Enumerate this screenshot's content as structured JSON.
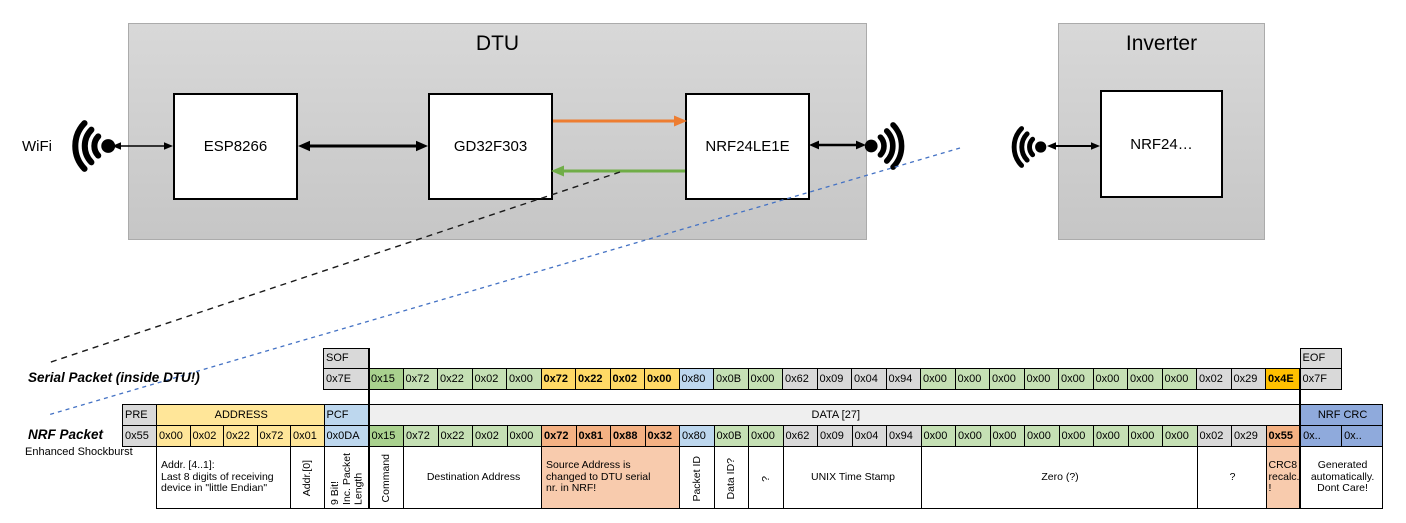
{
  "diagram": {
    "wifi_label": "WiFi",
    "dtu": {
      "title": "DTU",
      "components": [
        "ESP8266",
        "GD32F303",
        "NRF24LE1E"
      ]
    },
    "inverter": {
      "title": "Inverter",
      "component": "NRF24…"
    },
    "colors": {
      "serial_tx_arrow": "#ED7D31",
      "serial_rx_arrow": "#70AD47",
      "rf_link_dash": "#4472C4",
      "cell_gray": "#D9D9D9",
      "cell_yellow": "#FFE699",
      "cell_blue": "#BDD7EE",
      "cell_green": "#A9D18E",
      "cell_light_green": "#C5E0B4",
      "cell_gold": "#FFD966",
      "cell_amber": "#FFC000",
      "cell_salmon": "#F4B183",
      "cell_light_salmon": "#F8CBAD",
      "cell_crc_blue": "#8FAADC"
    }
  },
  "serial_packet": {
    "label": "Serial Packet (inside DTU!)",
    "sof": {
      "header": "SOF",
      "value": "0x7E"
    },
    "eof": {
      "header": "EOF",
      "value": "0x7F"
    },
    "bytes": [
      {
        "v": "0x15",
        "c": "green"
      },
      {
        "v": "0x72",
        "c": "lgreen"
      },
      {
        "v": "0x22",
        "c": "lgreen"
      },
      {
        "v": "0x02",
        "c": "lgreen"
      },
      {
        "v": "0x00",
        "c": "lgreen"
      },
      {
        "v": "0x72",
        "c": "gold"
      },
      {
        "v": "0x22",
        "c": "gold"
      },
      {
        "v": "0x02",
        "c": "gold"
      },
      {
        "v": "0x00",
        "c": "gold"
      },
      {
        "v": "0x80",
        "c": "blue"
      },
      {
        "v": "0x0B",
        "c": "lgreen"
      },
      {
        "v": "0x00",
        "c": "lgreen"
      },
      {
        "v": "0x62",
        "c": "gray"
      },
      {
        "v": "0x09",
        "c": "gray"
      },
      {
        "v": "0x04",
        "c": "gray"
      },
      {
        "v": "0x94",
        "c": "gray"
      },
      {
        "v": "0x00",
        "c": "lgreen"
      },
      {
        "v": "0x00",
        "c": "lgreen"
      },
      {
        "v": "0x00",
        "c": "lgreen"
      },
      {
        "v": "0x00",
        "c": "lgreen"
      },
      {
        "v": "0x00",
        "c": "lgreen"
      },
      {
        "v": "0x00",
        "c": "lgreen"
      },
      {
        "v": "0x00",
        "c": "lgreen"
      },
      {
        "v": "0x00",
        "c": "lgreen"
      },
      {
        "v": "0x02",
        "c": "gray"
      },
      {
        "v": "0x29",
        "c": "gray"
      },
      {
        "v": "0x4E",
        "c": "amber"
      }
    ]
  },
  "nrf_packet": {
    "label": "NRF Packet",
    "sublabel": "Enhanced Shockburst",
    "headers": [
      {
        "t": "PRE",
        "span": 1,
        "c": "gray"
      },
      {
        "t": "ADDRESS",
        "span": 5,
        "c": "yellow"
      },
      {
        "t": "PCF",
        "span": 1,
        "c": "blue"
      },
      {
        "t": "DATA [27]",
        "span": 27,
        "c": "data"
      },
      {
        "t": "NRF CRC",
        "span": 2,
        "c": "crc"
      }
    ],
    "bytes": [
      {
        "v": "0x55",
        "c": "gray"
      },
      {
        "v": "0x00",
        "c": "yellow"
      },
      {
        "v": "0x02",
        "c": "yellow"
      },
      {
        "v": "0x22",
        "c": "yellow"
      },
      {
        "v": "0x72",
        "c": "yellow"
      },
      {
        "v": "0x01",
        "c": "yellow"
      },
      {
        "v": "0x0DA",
        "c": "blue"
      },
      {
        "v": "0x15",
        "c": "green"
      },
      {
        "v": "0x72",
        "c": "lgreen"
      },
      {
        "v": "0x22",
        "c": "lgreen"
      },
      {
        "v": "0x02",
        "c": "lgreen"
      },
      {
        "v": "0x00",
        "c": "lgreen"
      },
      {
        "v": "0x72",
        "c": "salmon"
      },
      {
        "v": "0x81",
        "c": "salmon"
      },
      {
        "v": "0x88",
        "c": "salmon"
      },
      {
        "v": "0x32",
        "c": "salmon"
      },
      {
        "v": "0x80",
        "c": "blue"
      },
      {
        "v": "0x0B",
        "c": "lgreen"
      },
      {
        "v": "0x00",
        "c": "lgreen"
      },
      {
        "v": "0x62",
        "c": "gray"
      },
      {
        "v": "0x09",
        "c": "gray"
      },
      {
        "v": "0x04",
        "c": "gray"
      },
      {
        "v": "0x94",
        "c": "gray"
      },
      {
        "v": "0x00",
        "c": "lgreen"
      },
      {
        "v": "0x00",
        "c": "lgreen"
      },
      {
        "v": "0x00",
        "c": "lgreen"
      },
      {
        "v": "0x00",
        "c": "lgreen"
      },
      {
        "v": "0x00",
        "c": "lgreen"
      },
      {
        "v": "0x00",
        "c": "lgreen"
      },
      {
        "v": "0x00",
        "c": "lgreen"
      },
      {
        "v": "0x00",
        "c": "lgreen"
      },
      {
        "v": "0x02",
        "c": "gray"
      },
      {
        "v": "0x29",
        "c": "gray"
      },
      {
        "v": "0x55",
        "c": "salmon"
      },
      {
        "v": "0x..",
        "c": "crc"
      },
      {
        "v": "0x..",
        "c": "crc"
      }
    ],
    "annotations": [
      {
        "t": "Addr. [4..1]:\nLast 8 digits of receiving\ndevice in \"little Endian\"",
        "span": 4,
        "c": "white",
        "align": "left"
      },
      {
        "t": "Addr.[0]",
        "span": 1,
        "c": "white",
        "vert": true
      },
      {
        "t": "9 Bit!\nInc. Packet\nLength",
        "span": 1,
        "c": "white",
        "vert": true
      },
      {
        "t": "Command",
        "span": 1,
        "c": "white",
        "vert": true
      },
      {
        "t": "Destination Address",
        "span": 4,
        "c": "white"
      },
      {
        "t": "Source Address is\nchanged to DTU serial\nnr. in NRF!",
        "span": 4,
        "c": "lsalmon",
        "align": "left"
      },
      {
        "t": "Packet ID",
        "span": 1,
        "c": "white",
        "vert": true
      },
      {
        "t": "Data ID?",
        "span": 1,
        "c": "white",
        "vert": true
      },
      {
        "t": "?",
        "span": 1,
        "c": "white",
        "vert": true
      },
      {
        "t": "UNIX Time Stamp",
        "span": 4,
        "c": "white"
      },
      {
        "t": "Zero (?)",
        "span": 8,
        "c": "white"
      },
      {
        "t": "?",
        "span": 2,
        "c": "white"
      },
      {
        "t": "CRC8\nrecalc.\n!",
        "span": 1,
        "c": "lsalmon"
      },
      {
        "t": "Generated\nautomatically.\nDont Care!",
        "span": 2,
        "c": "white"
      }
    ]
  }
}
